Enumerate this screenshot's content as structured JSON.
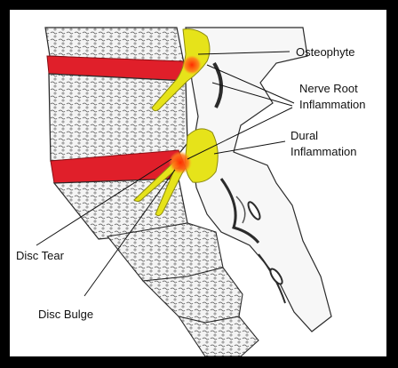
{
  "labels": {
    "osteophyte": "Osteophyte",
    "nerve_root_line1": "Nerve Root",
    "nerve_root_line2": "Inflammation",
    "dural_line1": "Dural",
    "dural_line2": "Inflammation",
    "disc_tear": "Disc Tear",
    "disc_bulge": "Disc Bulge"
  },
  "colors": {
    "frame": "#000000",
    "background": "#ffffff",
    "disc": "#e01f2a",
    "nerve": "#e6e31a",
    "inflammation": "#ff6a1a",
    "bone_line": "#2b2b2b",
    "bone_fill": "#f4f4f4"
  }
}
